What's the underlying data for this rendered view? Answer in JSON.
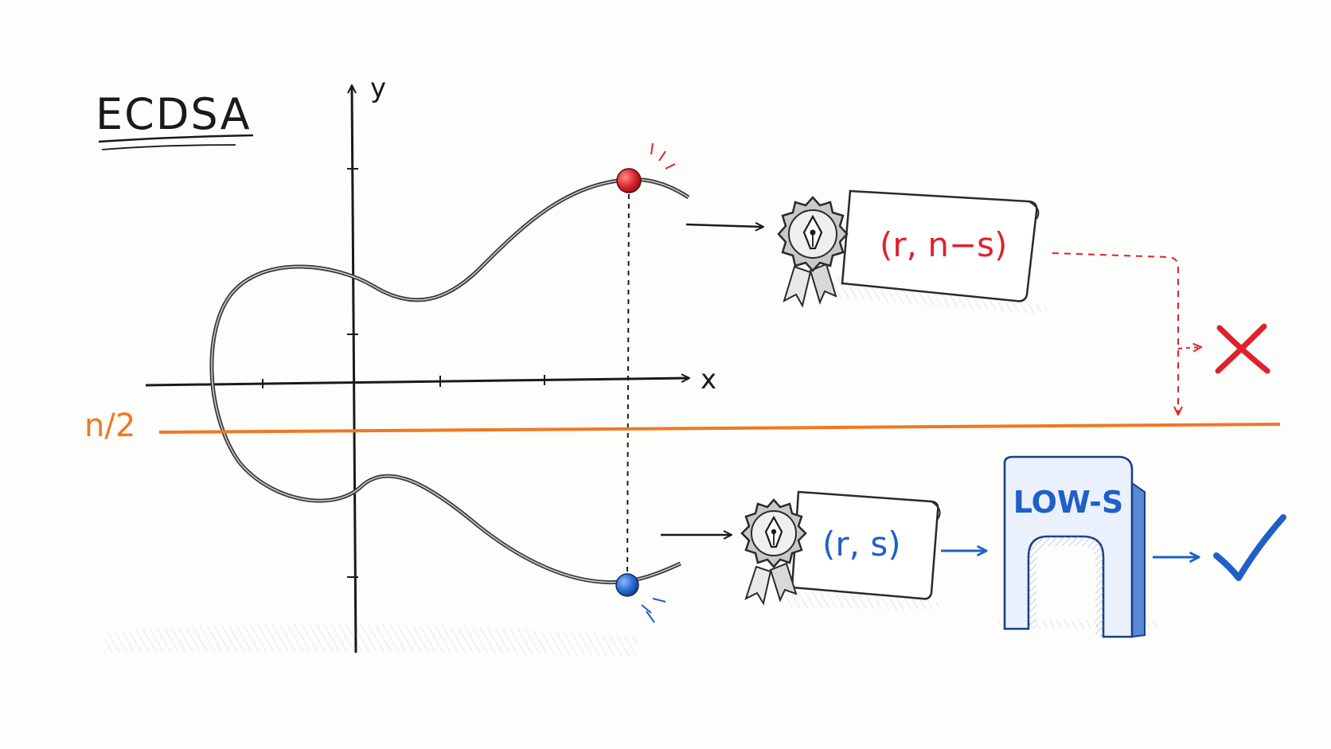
{
  "title": "ECDSA",
  "axes": {
    "x_label": "x",
    "y_label": "y"
  },
  "threshold": {
    "label": "n/2",
    "color": "#f07820"
  },
  "signatures": {
    "rejected": {
      "label": "(r, n−s)",
      "color": "#e0202c",
      "result_icon": "cross-icon"
    },
    "accepted": {
      "label": "(r, s)",
      "color": "#1f5fc8",
      "result_icon": "checkmark-icon"
    }
  },
  "gate": {
    "label": "LOW-S",
    "color": "#1f5fc8"
  },
  "points": {
    "high": {
      "color": "#d8262c"
    },
    "low": {
      "color": "#2a6bd1"
    }
  },
  "icons": [
    "seal-badge-icon",
    "pen-nib-icon",
    "cross-icon",
    "checkmark-icon",
    "arrow-icon"
  ]
}
